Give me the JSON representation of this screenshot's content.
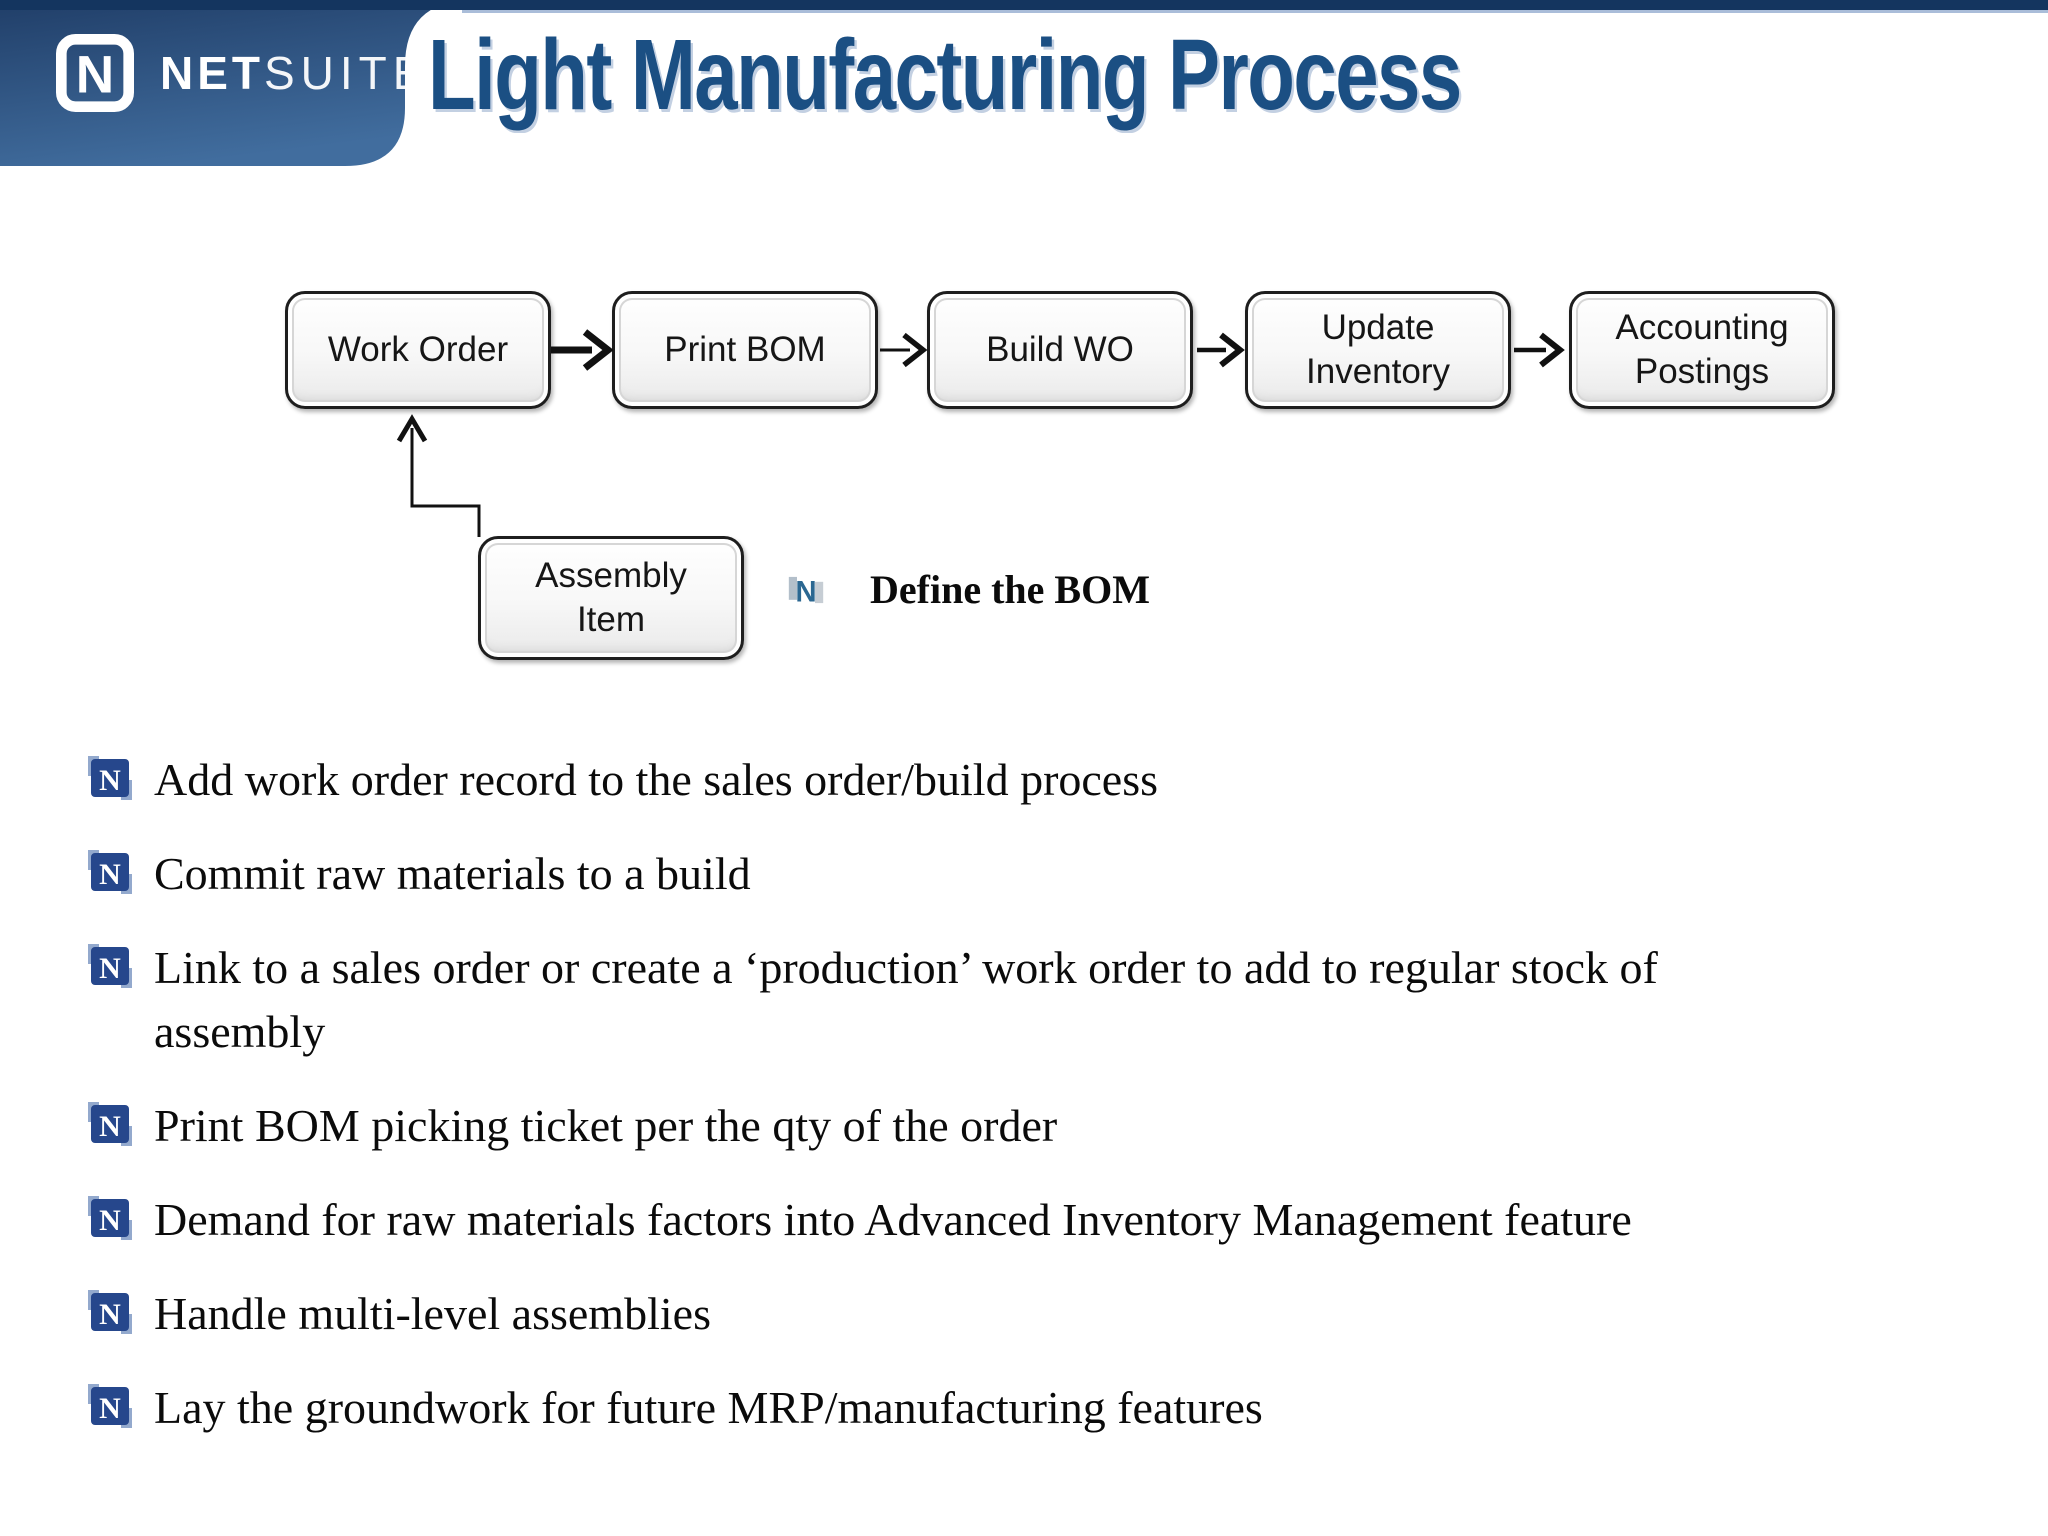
{
  "header": {
    "brand": {
      "icon": "netsuite-logo",
      "text_bold": "NET",
      "text_light": "SUITE"
    },
    "title": "Light Manufacturing Process"
  },
  "colors": {
    "title_blue": "#1b4f83",
    "header_strip_navy": "#14355f",
    "header_gradient_start": "#203e68",
    "header_gradient_end": "#416d9e",
    "strip_underline": "#aabdd9",
    "bullet_icon_blue": "#26478c",
    "bullet_icon_light": "#93a9cd",
    "annotation_icon_blue": "#2b6791",
    "box_border": "#1e1e1e",
    "body_text": "#0b0b0b"
  },
  "diagram": {
    "type": "flowchart",
    "flow_nodes": [
      {
        "label": "Work Order"
      },
      {
        "label": "Print BOM"
      },
      {
        "label": "Build WO"
      },
      {
        "label": "Update\nInventory"
      },
      {
        "label": "Accounting\nPostings"
      }
    ],
    "edges": [
      "Work Order -> Print BOM",
      "Print BOM -> Build WO",
      "Build WO -> Update Inventory",
      "Update Inventory -> Accounting Postings",
      "Assembly Item -> Work Order"
    ],
    "assembly_node": {
      "label": "Assembly\nItem"
    },
    "annotation": {
      "icon": "netsuite-n-icon",
      "text": "Define the BOM"
    }
  },
  "bullets": [
    "Add work order record to the sales order/build process",
    "Commit raw materials to a build",
    "Link to a sales order or create a ‘production’ work order to add to regular stock of\nassembly",
    "Print BOM picking ticket per the qty of the order",
    "Demand for raw materials factors into Advanced Inventory Management feature",
    "Handle multi-level assemblies",
    "Lay the groundwork for future MRP/manufacturing features"
  ]
}
